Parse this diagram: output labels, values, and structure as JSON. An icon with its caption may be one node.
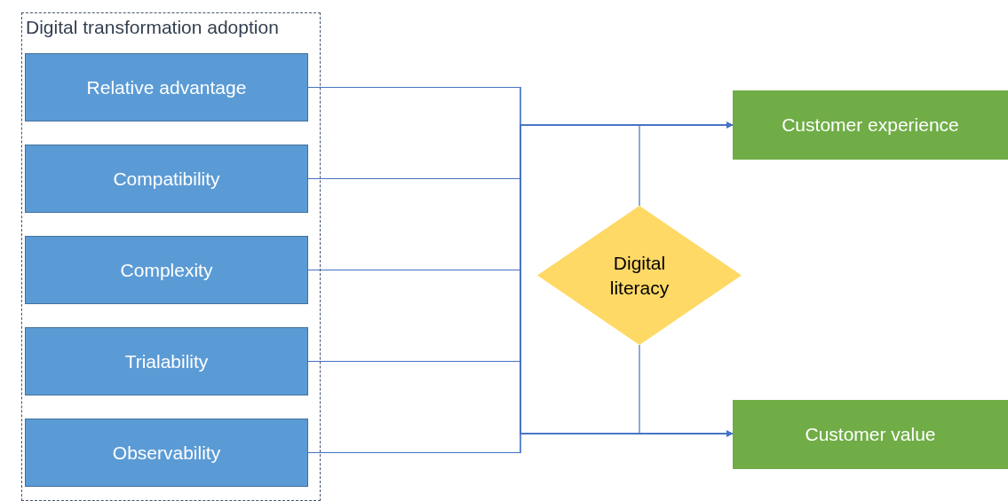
{
  "diagram": {
    "nodes": [
      {
        "text": [
          "Digital transformation adoption"
        ]
      },
      {
        "text": [
          "Relative advantage"
        ],
        "in": 0
      },
      {
        "text": [
          "Compatibility"
        ],
        "in": 0
      },
      {
        "text": [
          "Complexity"
        ],
        "in": 0
      },
      {
        "text": [
          "Trialability"
        ],
        "in": 0
      },
      {
        "text": [
          "Observability"
        ],
        "in": 0
      },
      {
        "text": [
          "Digital literacy"
        ]
      },
      {
        "text": [
          "Customer experience"
        ]
      },
      {
        "text": [
          "Customer value"
        ]
      }
    ],
    "edges": [
      {
        "from": 1,
        "to": 7,
        "arrow": "to"
      },
      {
        "from": 2,
        "to": 7,
        "arrow": "to"
      },
      {
        "from": 3,
        "to": 7,
        "arrow": "to"
      },
      {
        "from": 4,
        "to": 7,
        "arrow": "to"
      },
      {
        "from": 5,
        "to": 7,
        "arrow": "to"
      },
      {
        "from": 1,
        "to": 8,
        "arrow": "to"
      },
      {
        "from": 2,
        "to": 8,
        "arrow": "to"
      },
      {
        "from": 3,
        "to": 8,
        "arrow": "to"
      },
      {
        "from": 4,
        "to": 8,
        "arrow": "to"
      },
      {
        "from": 5,
        "to": 8,
        "arrow": "to"
      },
      {
        "from": 6,
        "to": 7,
        "arrow": "to"
      },
      {
        "from": 6,
        "to": 8,
        "arrow": "to"
      }
    ]
  }
}
